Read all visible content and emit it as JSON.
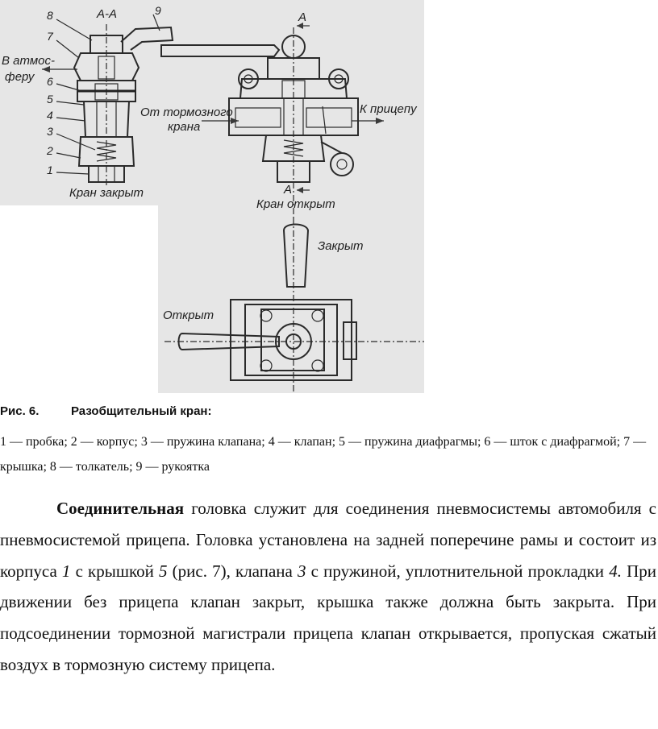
{
  "figure": {
    "labels": {
      "section": "А-А",
      "n8": "8",
      "n7": "7",
      "n6": "6",
      "n5": "5",
      "n4": "4",
      "n3": "3",
      "n2": "2",
      "n1": "1",
      "n9": "9",
      "atm1": "В атмос-",
      "atm2": "феру",
      "closed_valve": "Кран закрыт",
      "from1": "От тормозного",
      "from2": "крана",
      "to_trailer": "К прицепу",
      "arrow_a_top": "А",
      "arrow_a_bottom": "А",
      "open_valve": "Кран открыт",
      "closed": "Закрыт",
      "open": "Открыт"
    }
  },
  "caption": {
    "number": "Рис. 6.",
    "title": "Разобщительный кран:",
    "legend": "1 — пробка; 2 — корпус; 3 — пружина клапана; 4 — клапан; 5 — пружина диафрагмы; 6 — шток с диафрагмой; 7 — крышка; 8 — толкатель; 9 — рукоятка"
  },
  "body": {
    "s1": "Соединительная",
    "s2": " головка служит для соединения пневмосистемы автомобиля с пневмосистемой прицепа. Головка установлена на задней поперечине рамы и состоит из корпуса ",
    "s3": "1",
    "s4": " с крышкой ",
    "s5": "5",
    "s6": " (рис. 7), клапана ",
    "s7": "3",
    "s8": " с пружиной, уплотнительной прокладки ",
    "s9": "4.",
    "s10": " При движении без прицепа клапан закрыт, крышка также должна быть закрыта. При подсоединении тормозной магистрали прицепа клапан открывается, пропуская сжатый воздух в тормозную систему прицепа."
  }
}
